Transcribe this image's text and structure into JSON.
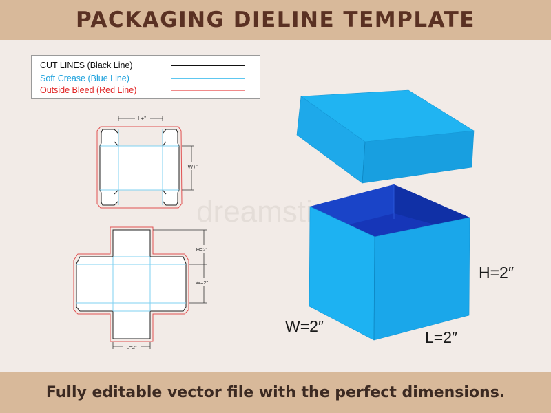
{
  "header": {
    "title": "PACKAGING DIELINE TEMPLATE"
  },
  "legend": {
    "cut": "CUT LINES (Black Line)",
    "crease": "Soft Crease (Blue Line)",
    "bleed": "Outside Bleed (Red Line)"
  },
  "lid_dieline": {
    "length_label": "L+”",
    "width_label": "W+”"
  },
  "base_dieline": {
    "height_label": "H=2”",
    "width_label": "W=2”",
    "length_label": "L=2”"
  },
  "box_3d": {
    "height_label": "H=2″",
    "width_label": "W=2″",
    "length_label": "L=2″"
  },
  "watermark": {
    "text": "dreamstime"
  },
  "footer": {
    "text": "Fully editable vector file with the perfect dimensions."
  },
  "colors": {
    "header_bar": "#d8b99a",
    "header_text": "#5a3123",
    "background": "#f2ebe7",
    "cut_line": "#111111",
    "crease_line": "#5ec7f0",
    "bleed_line": "#e02424",
    "box_face_light": "#1ab2f2",
    "box_face_dark": "#1497d6",
    "box_inside": "#1633b8"
  }
}
